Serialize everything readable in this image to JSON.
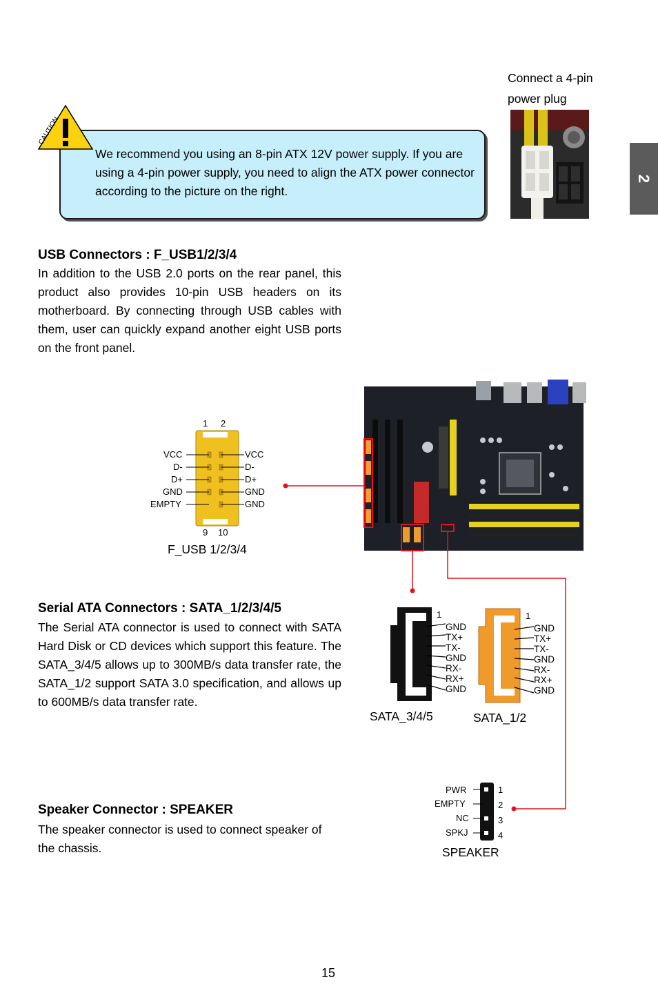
{
  "power_note": {
    "line1": "Connect a 4-pin",
    "line2": "power plug"
  },
  "chapter_tab": "2",
  "caution": {
    "icon_label": "CAUTION",
    "text": "We recommend you using an 8-pin ATX 12V power supply. If you are using a 4-pin power supply, you need to align the ATX power connector according to the picture on the right."
  },
  "usb_section": {
    "title": "USB Connectors : F_USB1/2/3/4",
    "body": "In addition to the USB 2.0 ports on the rear panel, this product also provides 10-pin USB headers on its motherboard. By connecting through USB cables with them, user can quickly expand another eight USB ports on the front panel."
  },
  "usb_header": {
    "top_pins": [
      "1",
      "2"
    ],
    "bottom_pins": [
      "9",
      "10"
    ],
    "left_labels": [
      "VCC",
      "D-",
      "D+",
      "GND",
      "EMPTY"
    ],
    "right_labels": [
      "VCC",
      "D-",
      "D+",
      "GND",
      "GND"
    ],
    "caption": "F_USB 1/2/3/4"
  },
  "sata_section": {
    "title": "Serial ATA Connectors : SATA_1/2/3/4/5",
    "body": "The Serial ATA connector is used to connect with SATA Hard Disk or CD devices which support this feature. The SATA_3/4/5 allows up to 300MB/s data transfer rate, the SATA_1/2 support SATA 3.0 specification, and allows up to 600MB/s data transfer rate."
  },
  "sata_connectors": {
    "pin1": "1",
    "pins": [
      "GND",
      "TX+",
      "TX-",
      "GND",
      "RX-",
      "RX+",
      "GND"
    ],
    "left_caption": "SATA_3/4/5",
    "right_caption": "SATA_1/2",
    "colors": {
      "sata345": "#111111",
      "sata12": "#f09a2c"
    }
  },
  "speaker_section": {
    "title": "Speaker Connector : SPEAKER",
    "body": "The speaker connector is used to connect speaker of the chassis."
  },
  "speaker_header": {
    "labels": [
      "PWR",
      "EMPTY",
      "NC",
      "SPKJ"
    ],
    "pin_numbers": [
      "1",
      "2",
      "3",
      "4"
    ],
    "caption": "SPEAKER"
  },
  "colors": {
    "caution_bg": "#c6effb",
    "usb_header": "#f0c020",
    "callout_line": "#e8101c",
    "tab": "#5b5b5b"
  },
  "page_number": "15"
}
